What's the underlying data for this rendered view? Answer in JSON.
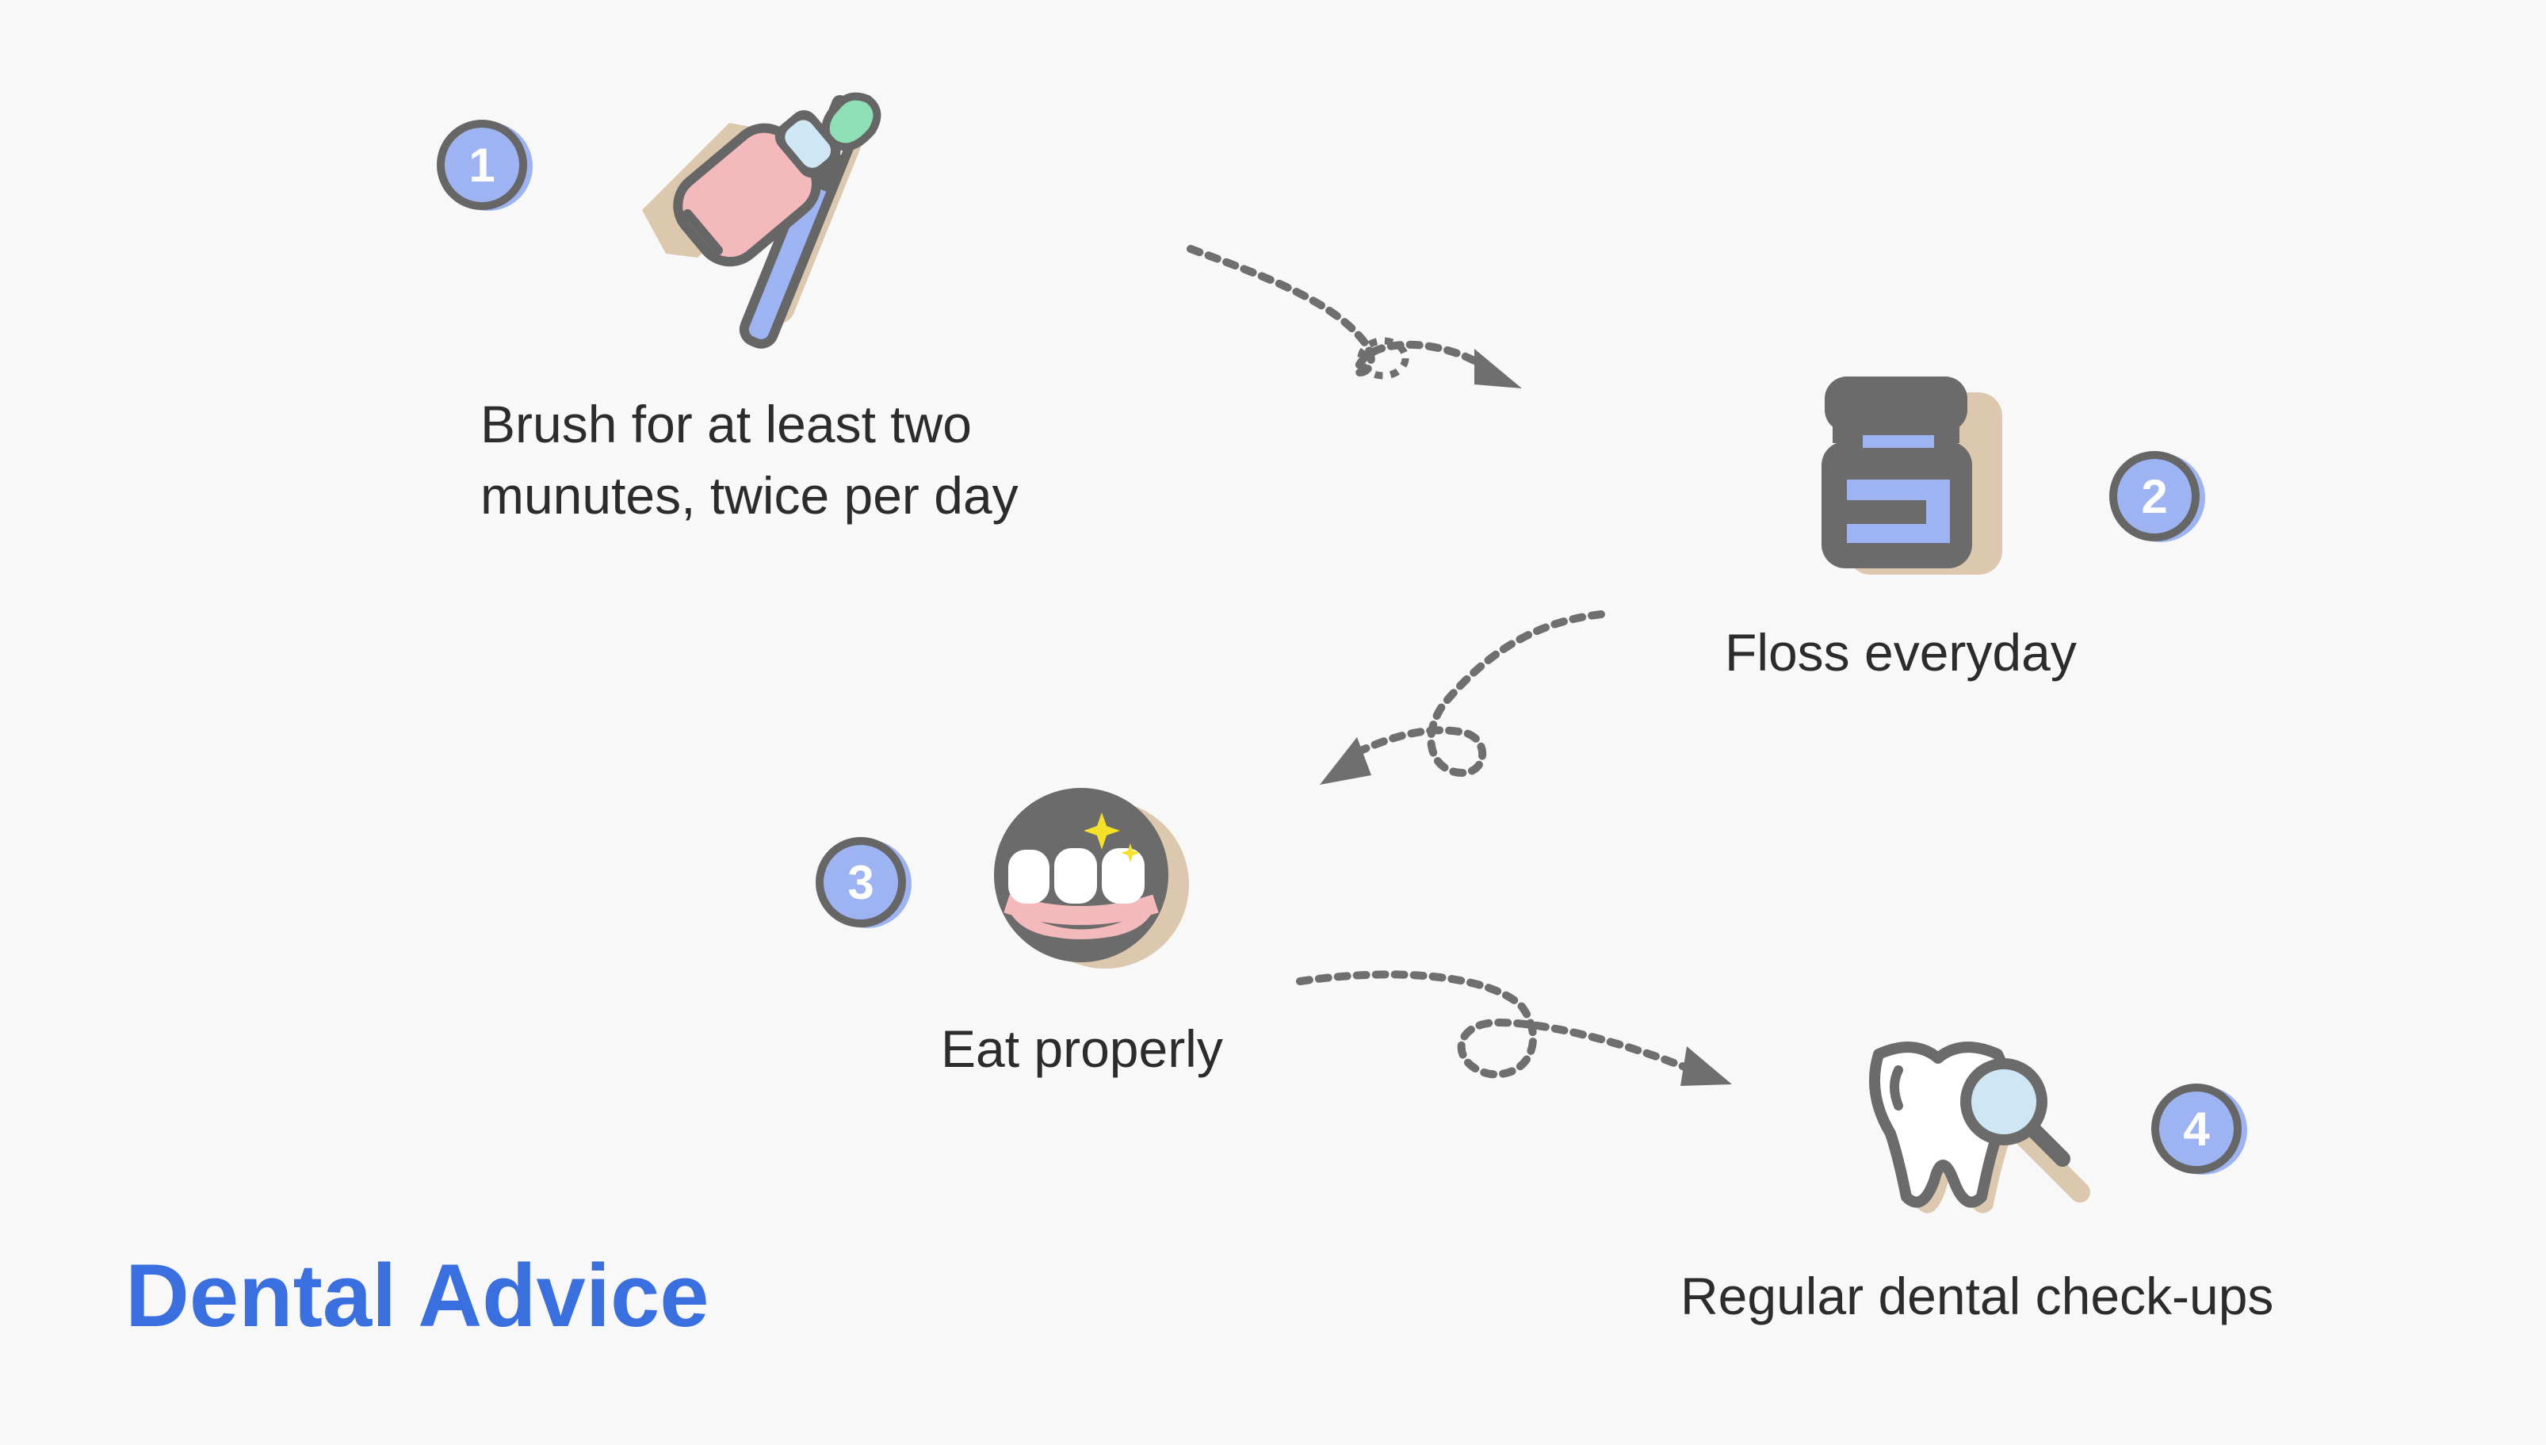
{
  "title": "Dental Advice",
  "colors": {
    "background": "#f8f8f8",
    "title": "#3a6fe0",
    "badge_fill": "#9db3f2",
    "badge_stroke": "#666666",
    "shadow": "#dcc8ae",
    "connector": "#6f6f6f",
    "text": "#2c2c2c"
  },
  "steps": [
    {
      "number": "1",
      "text_lines": [
        "Brush for at least two",
        "munutes, twice per day"
      ],
      "icon": "toothpaste-toothbrush-icon"
    },
    {
      "number": "2",
      "text_lines": [
        "Floss everyday"
      ],
      "icon": "floss-container-icon"
    },
    {
      "number": "3",
      "text_lines": [
        "Eat properly"
      ],
      "icon": "healthy-teeth-icon"
    },
    {
      "number": "4",
      "text_lines": [
        "Regular dental check-ups"
      ],
      "icon": "tooth-magnifier-icon"
    }
  ],
  "connectors": [
    {
      "from": "1",
      "to": "2",
      "style": "dotted-arrow-with-loop"
    },
    {
      "from": "2",
      "to": "3",
      "style": "dotted-arrow-with-loop"
    },
    {
      "from": "3",
      "to": "4",
      "style": "dotted-arrow-with-loop"
    }
  ]
}
